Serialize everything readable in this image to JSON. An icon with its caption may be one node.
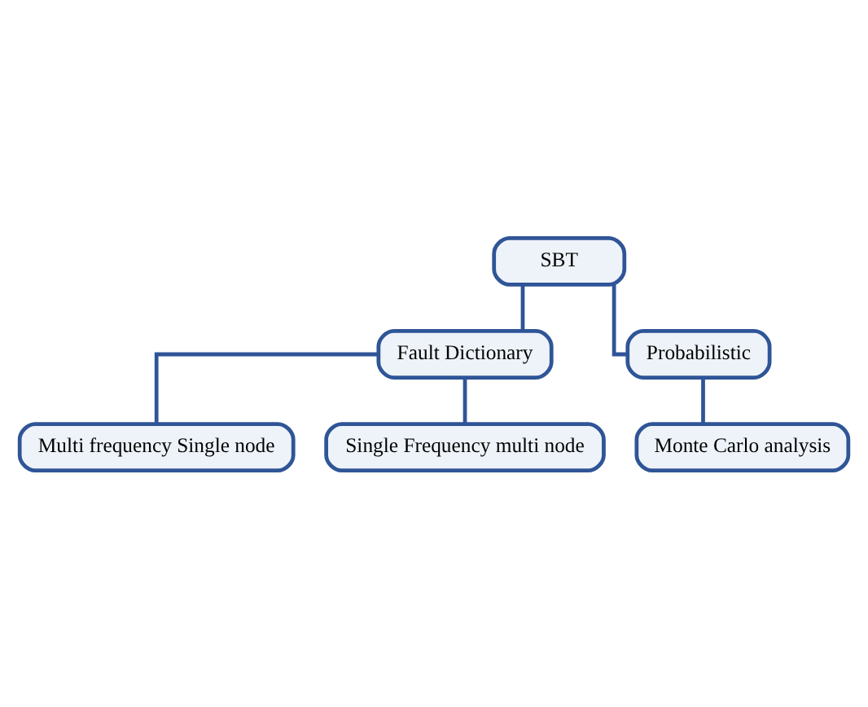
{
  "diagram": {
    "nodes": [
      {
        "text": [
          "SBT"
        ]
      },
      {
        "text": [
          "Fault Dictionary"
        ]
      },
      {
        "text": [
          "Probabilistic"
        ]
      },
      {
        "text": [
          "Multi frequency Single node"
        ]
      },
      {
        "text": [
          "Single Frequency multi node"
        ]
      },
      {
        "text": [
          "Monte Carlo analysis"
        ]
      }
    ],
    "edges": [
      {
        "from": 0,
        "to": 1,
        "arrow": "none"
      },
      {
        "from": 0,
        "to": 2,
        "arrow": "none"
      },
      {
        "from": 1,
        "to": 3,
        "arrow": "none"
      },
      {
        "from": 1,
        "to": 4,
        "arrow": "none"
      },
      {
        "from": 2,
        "to": 5,
        "arrow": "none"
      }
    ]
  }
}
